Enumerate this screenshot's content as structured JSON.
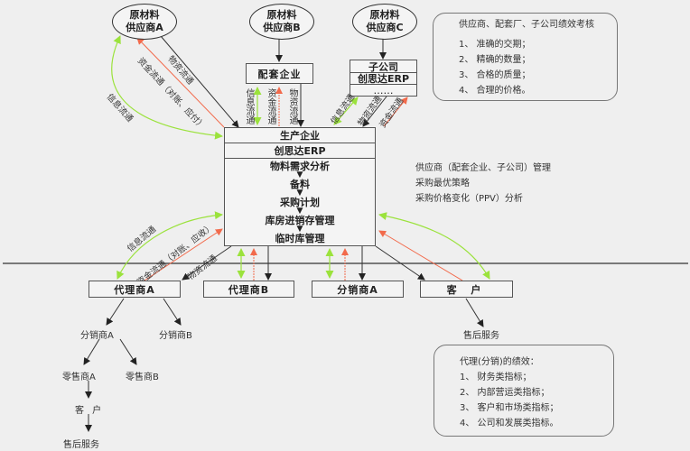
{
  "colors": {
    "background": "#efefef",
    "material_flow": "#333333",
    "capital_flow": "#f26a4b",
    "info_flow": "#9be23c"
  },
  "suppliers": [
    {
      "line1": "原材料",
      "line2": "供应商A"
    },
    {
      "line1": "原材料",
      "line2": "供应商B"
    },
    {
      "line1": "原材料",
      "line2": "供应商C"
    }
  ],
  "supporting_enterprise": "配套企业",
  "subsidiary": {
    "title": "子公司",
    "erp": "创思达ERP",
    "more": "……"
  },
  "production": {
    "title": "生产企业",
    "erp": "创思达ERP",
    "steps": [
      "物料需求分析",
      "备料",
      "采购计划",
      "库房进销存管理",
      "临时库管理"
    ]
  },
  "flow_labels": {
    "material": "物资流通",
    "capital": "资金流通",
    "info": "信息流通",
    "capital_supplier": "资金流通（对账、应付）",
    "capital_agent": "资金流通（对账、应收）"
  },
  "supplier_kpi": {
    "title": "供应商、配套厂、子公司绩效考核",
    "items": [
      "1、 准确的交期；",
      "2、 精确的数量；",
      "3、 合格的质量；",
      "4、 合理的价格。"
    ]
  },
  "management_notes": [
    "供应商（配套企业、子公司）管理",
    "采购最优策略",
    "采购价格变化（PPV）分析"
  ],
  "downstream": {
    "agent_a": "代理商A",
    "agent_b": "代理商B",
    "distributor_a": "分销商A",
    "customer": "客 户"
  },
  "channel_tree": {
    "dist_a": "分销商A",
    "dist_b": "分销商B",
    "retail_a": "零售商A",
    "retail_b": "零售商B",
    "customer": "客 户",
    "after_sales": "售后服务"
  },
  "customer_after_sales": "售后服务",
  "agent_kpi": {
    "title": "代理(分销)的绩效：",
    "items": [
      "1、 财务类指标；",
      "2、 内部营运类指标；",
      "3、 客户和市场类指标；",
      "4、 公司和发展类指标。"
    ]
  }
}
